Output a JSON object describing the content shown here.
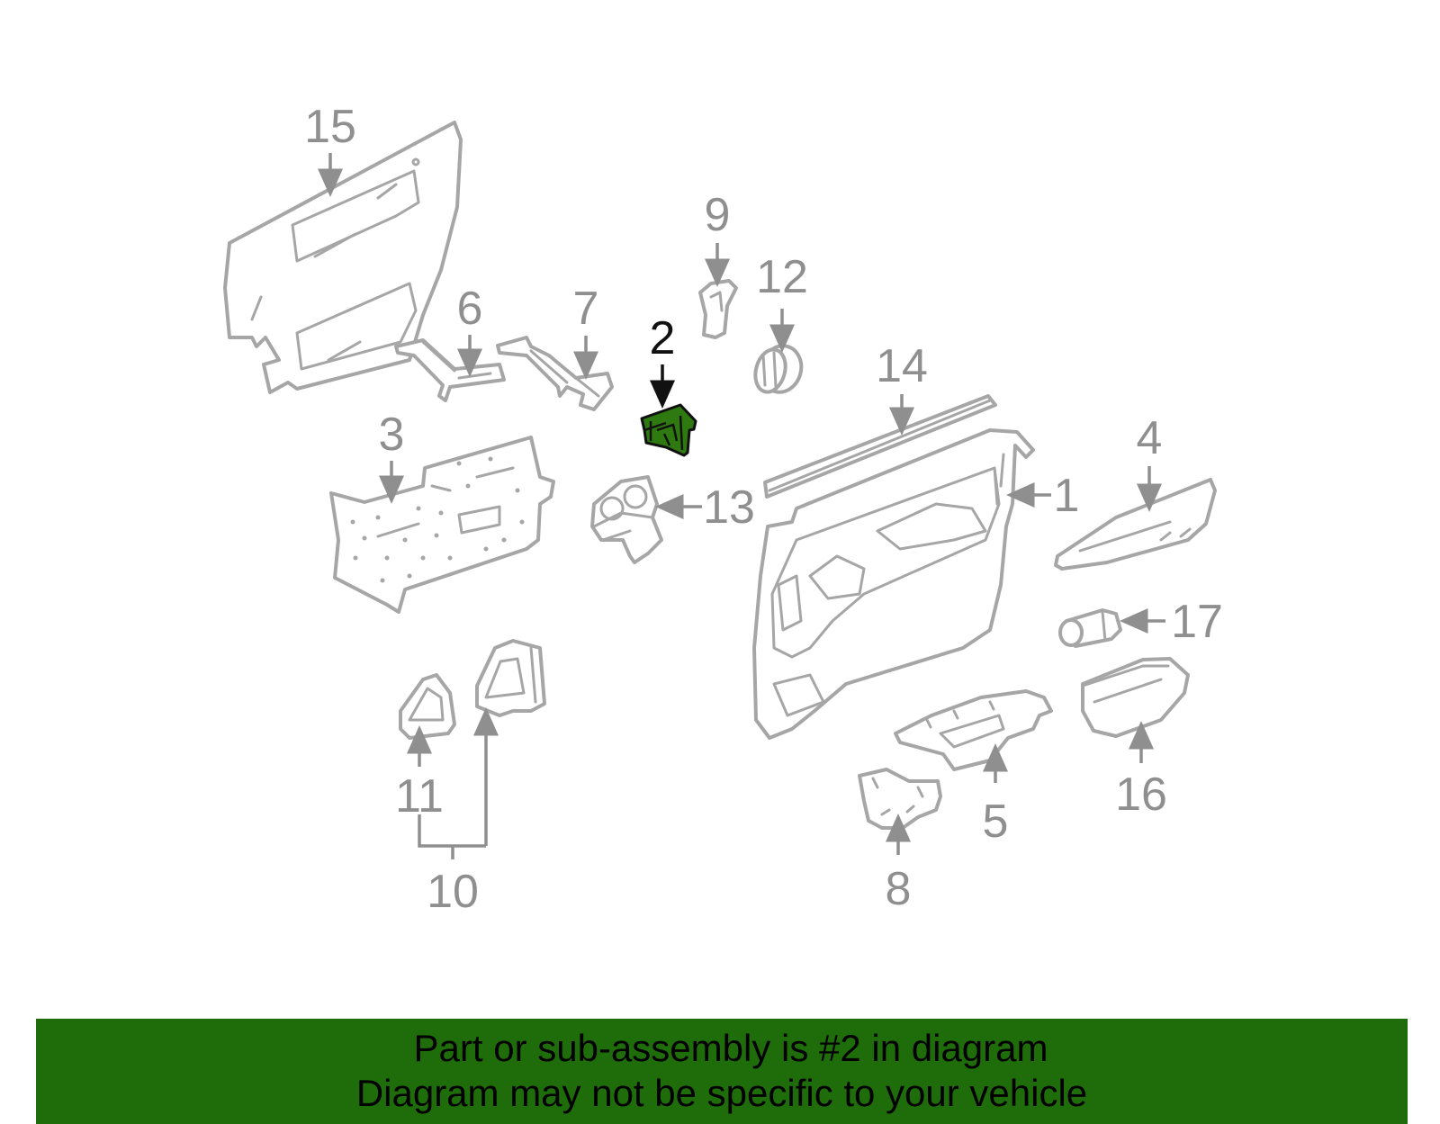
{
  "diagram": {
    "highlighted_callout": "2",
    "highlight_color": "#2f7a10",
    "banner_color": "#1f6d0a",
    "part_stroke_color": "#a6a6a6",
    "callouts": {
      "c1": "1",
      "c2": "2",
      "c3": "3",
      "c4": "4",
      "c5": "5",
      "c6": "6",
      "c7": "7",
      "c8": "8",
      "c9": "9",
      "c10": "10",
      "c11": "11",
      "c12": "12",
      "c13": "13",
      "c14": "14",
      "c15": "15",
      "c16": "16",
      "c17": "17"
    }
  },
  "banner": {
    "line1": "Part or sub-assembly is #2 in diagram",
    "line2": "Diagram may not be specific to your vehicle"
  }
}
